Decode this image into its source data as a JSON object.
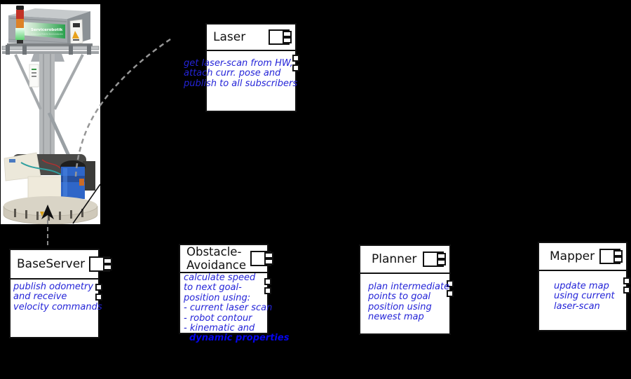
{
  "colors": {
    "background": "#000000",
    "box_bg": "#ffffff",
    "box_border": "#111111",
    "desc_text": "#2424d8",
    "overflow_text": "#0505ee",
    "dashed_connector": "#969696"
  },
  "robot": {
    "crate_label": "Servicerobotik",
    "crate_sublabel": "Autonome Mobile Serviceroboter"
  },
  "components": {
    "laser": {
      "title": "Laser",
      "lines": [
        "get laser-scan from HW,",
        "attach curr. pose and",
        "publish to all subscribers"
      ]
    },
    "baseserver": {
      "title": "BaseServer",
      "lines": [
        "publish odometry",
        "and receive",
        "velocity commands"
      ]
    },
    "obstacle": {
      "title_line1": "Obstacle-",
      "title_line2": "Avoidance",
      "lines": [
        "calculate speed",
        "to next goal-",
        "position using:",
        "- current laser scan",
        "- robot contour",
        "- kinematic and",
        "dynamic properties"
      ]
    },
    "planner": {
      "title": "Planner",
      "lines": [
        "plan intermediate",
        "points to goal",
        "position using",
        "newest map"
      ]
    },
    "mapper": {
      "title": "Mapper",
      "lines": [
        "update map",
        "using current",
        "laser-scan"
      ]
    }
  }
}
